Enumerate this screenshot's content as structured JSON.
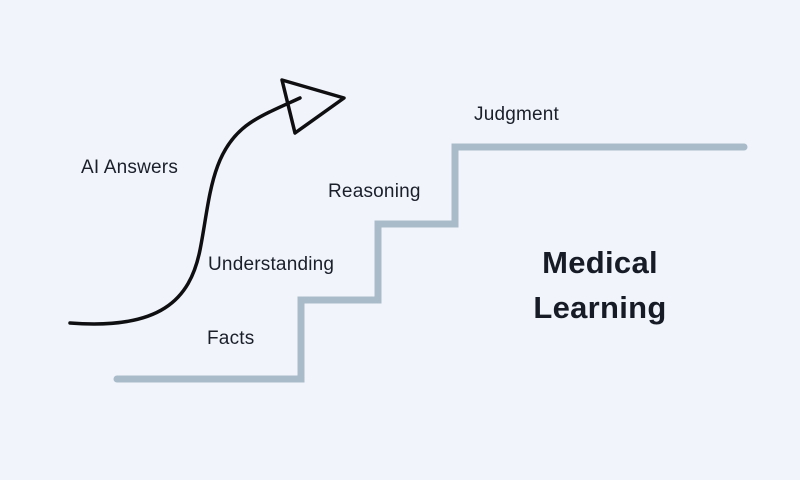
{
  "labels": {
    "ai_answers": "AI Answers",
    "judgment": "Judgment",
    "reasoning": "Reasoning",
    "understanding": "Understanding",
    "facts": "Facts"
  },
  "title": {
    "line1": "Medical",
    "line2": "Learning"
  },
  "colors": {
    "background": "#f1f5fb",
    "staircase": "#a9bac9",
    "arrow": "#0f0f12",
    "text": "#1b1f2a"
  },
  "icons": {
    "arrow": "curved-up-arrow-icon",
    "stairs": "staircase"
  }
}
